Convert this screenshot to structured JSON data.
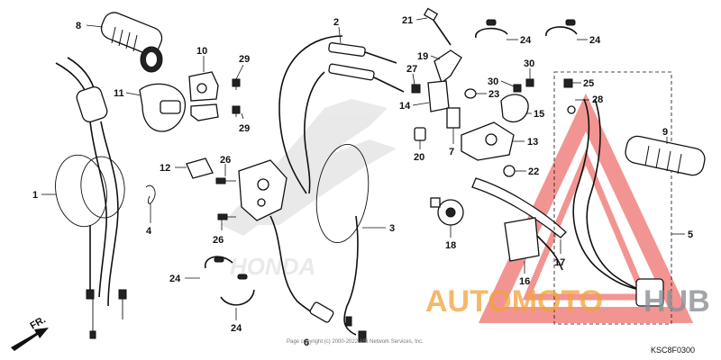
{
  "diagram_code": "KSC8F0300",
  "front_arrow_label": "FR.",
  "brand_watermark": "HONDA",
  "copyright": "Page copyright (c) 2000-2022 ARI Network Services, Inc.",
  "watermark": {
    "text_orange": "AUTOMOTO",
    "text_gray": "HUB",
    "orange": "#f2a13a",
    "gray": "#8a8f94",
    "triangle_red": "#e8403a"
  },
  "callouts": {
    "c1": "1",
    "c2": "2",
    "c3": "3",
    "c4": "4",
    "c5": "5",
    "c6": "6",
    "c7": "7",
    "c8": "8",
    "c9": "9",
    "c10": "10",
    "c11": "11",
    "c12": "12",
    "c13": "13",
    "c14": "14",
    "c15": "15",
    "c16": "16",
    "c17": "17",
    "c18": "18",
    "c19": "19",
    "c20": "20",
    "c21": "21",
    "c22": "22",
    "c23": "23",
    "c24a": "24",
    "c24b": "24",
    "c24c": "24",
    "c24d": "24",
    "c25": "25",
    "c26a": "26",
    "c26b": "26",
    "c27": "27",
    "c28": "28",
    "c29a": "29",
    "c29b": "29",
    "c30a": "30",
    "c30b": "30"
  }
}
